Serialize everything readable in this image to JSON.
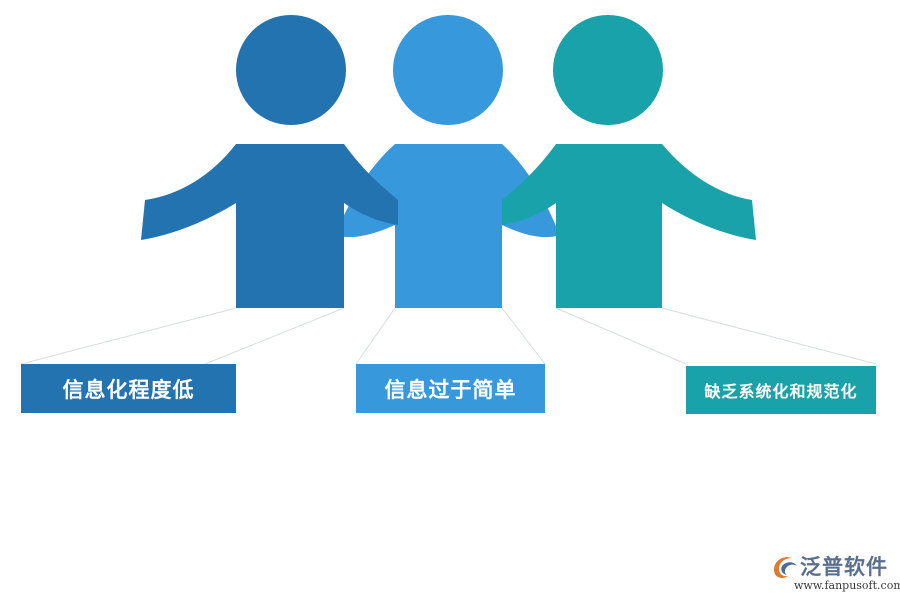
{
  "figures": [
    {
      "id": "figure-1",
      "color": "#2373b0",
      "label": "信息化程度低"
    },
    {
      "id": "figure-2",
      "color": "#3898dc",
      "label": "信息过于简单"
    },
    {
      "id": "figure-3",
      "color": "#1aa2ab",
      "label": "缺乏系统化和规范化"
    }
  ],
  "logo": {
    "name": "泛普软件",
    "url": "www.fanpusoft.com",
    "icon": "swirl-logo-icon"
  }
}
